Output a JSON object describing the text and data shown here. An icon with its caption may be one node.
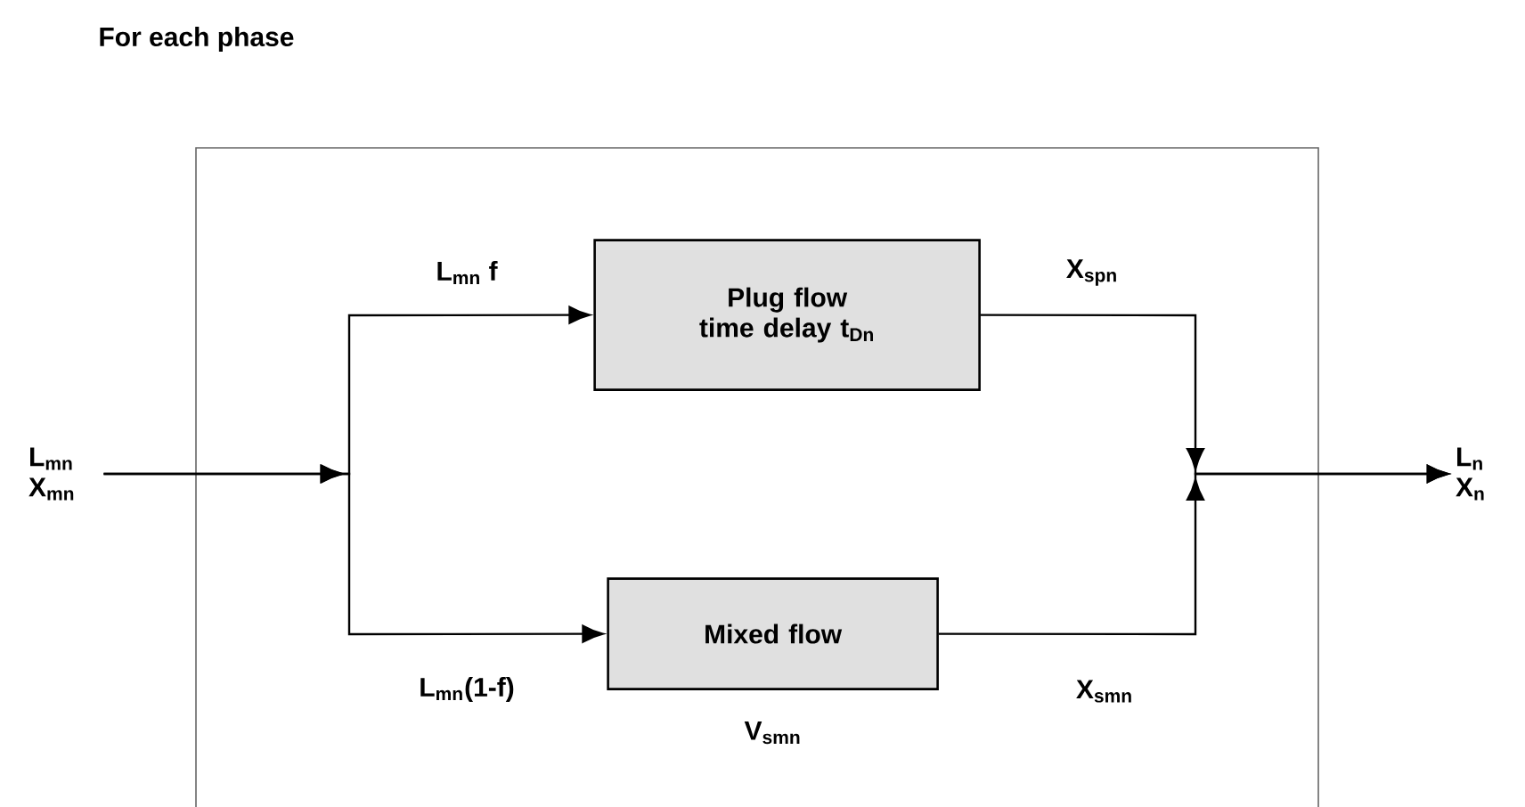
{
  "diagram": {
    "nodes": [
      {
        "text": [
          "For each phase"
        ]
      },
      {
        "text": [
          "L$_{mn}$ X$_{mn}$"
        ]
      },
      {
        "text": [
          "Plug flow time delay t$_{Dn}$"
        ],
        "in": 0
      },
      {
        "text": [
          "Mixed flow"
        ],
        "beside": [
          "V$_{smn}$"
        ],
        "in": 0
      },
      {
        "text": [
          "L$_{n}$ X$_{n}$"
        ]
      }
    ],
    "edges": [
      {
        "from": 1,
        "to": 2,
        "arrow": "to",
        "label": "L$_{mn}$ f"
      },
      {
        "from": 1,
        "to": 3,
        "arrow": "to",
        "label": "L$_{mn}$(1-f)"
      },
      {
        "from": 2,
        "to": 4,
        "arrow": "to",
        "label": "X$_{spn}$"
      },
      {
        "from": 3,
        "to": 4,
        "arrow": "to",
        "label": "X$_{smn}$"
      }
    ]
  }
}
